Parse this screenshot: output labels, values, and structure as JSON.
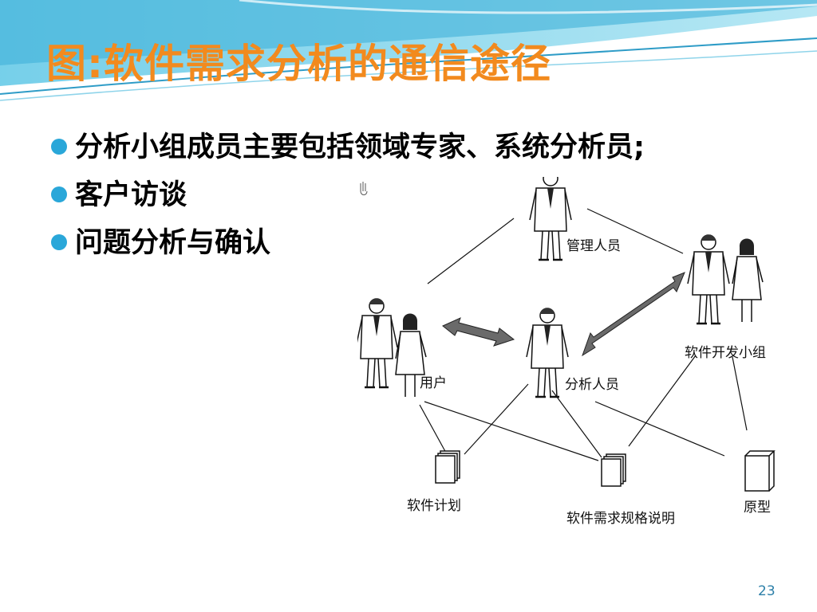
{
  "title": "图:软件需求分析的通信途径",
  "bullets": [
    "分析小组成员主要包括领域专家、系统分析员;",
    "客户访谈",
    "问题分析与确认"
  ],
  "diagram": {
    "nodes": {
      "manager": "管理人员",
      "dev_team": "软件开发小组",
      "user": "用户",
      "analyst": "分析人员",
      "plan": "软件计划",
      "spec": "软件需求规格说明",
      "prototype": "原型"
    }
  },
  "page_number": "23",
  "colors": {
    "title": "#f28a1e",
    "bullet": "#2aa7d9",
    "wave": "#2e9cc7"
  }
}
